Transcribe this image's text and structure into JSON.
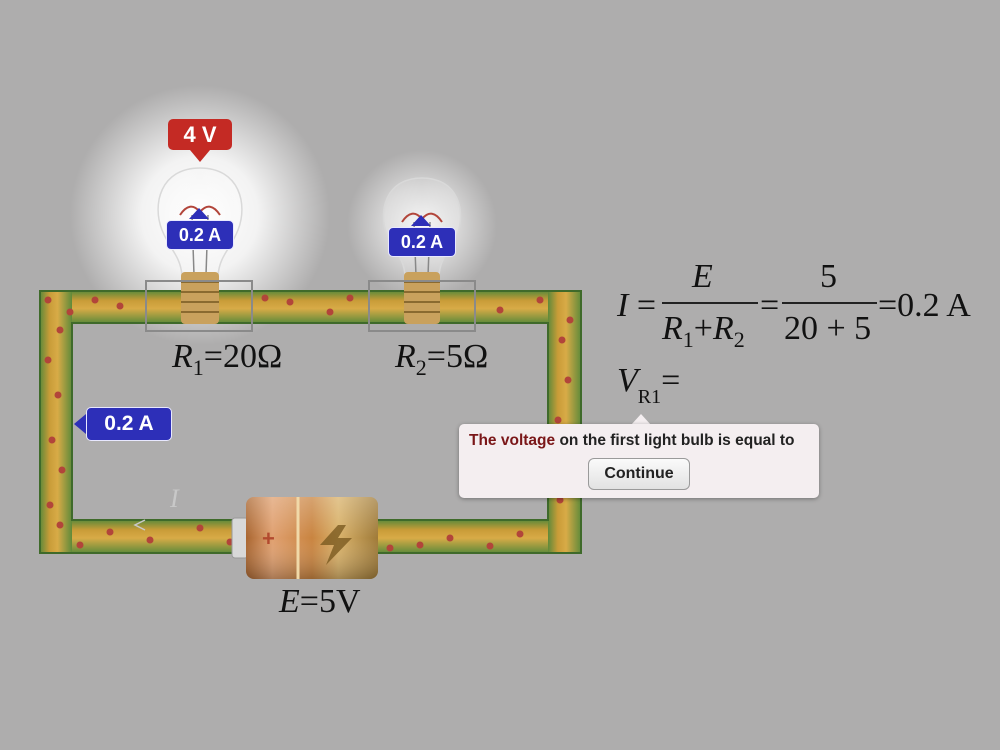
{
  "circuit": {
    "r1_label_symbol": "R",
    "r1_label_sub": "1",
    "r1_label_value": "=20Ω",
    "r2_label_symbol": "R",
    "r2_label_sub": "2",
    "r2_label_value": "=5Ω",
    "battery_label_symbol": "E",
    "battery_label_value": "=5V",
    "current_symbol": "I",
    "bulb1_voltage": "4 V",
    "bulb1_current": "0.2 A",
    "bulb2_current": "0.2 A",
    "wire_current": "0.2 A",
    "battery_plus": "+"
  },
  "formula": {
    "lhs": "I",
    "equals": "=",
    "numerator1": "E",
    "den_r1": "R",
    "den_r1_sub": "1",
    "den_plus": "+",
    "den_r2": "R",
    "den_r2_sub": "2",
    "numerator2": "5",
    "denominator2": "20 + 5",
    "result": "=0.2 A",
    "vr1_symbol": "V",
    "vr1_sub": "R1",
    "vr1_equals": "="
  },
  "tooltip": {
    "highlight": "The voltage",
    "text": " on the first light bulb is equal to",
    "continue_label": "Continue"
  },
  "colors": {
    "background": "#aeadad",
    "voltage_badge": "#c42a24",
    "current_badge": "#2d2fb8",
    "wire": "#b5892a",
    "highlight_text": "#7a1618"
  }
}
